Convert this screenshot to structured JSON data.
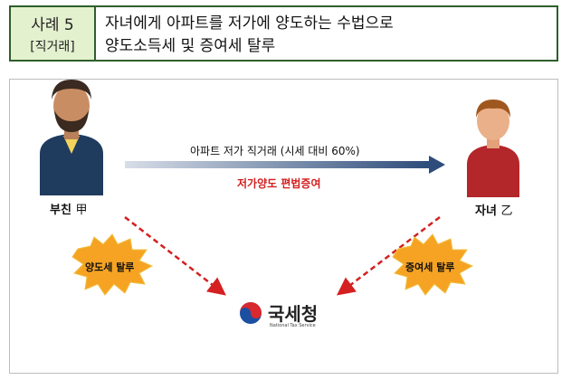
{
  "header": {
    "case_no": "사례 5",
    "case_tag": "[직거래]",
    "title_line1": "자녀에게 아파트를 저가에 양도하는 수법으로",
    "title_line2": "양도소득세 및 증여세 탈루"
  },
  "diagram": {
    "father_label": "부친",
    "father_mark": "甲",
    "child_label": "자녀",
    "child_mark": "乙",
    "transfer_label": "아파트 저가 직거래 (시세 대비 60%)",
    "evasion_label": "저가양도 편법증여",
    "burst_left": "양도세 탈루",
    "burst_right": "증여세 탈루",
    "agency_name": "국세청",
    "agency_en": "National Tax Service",
    "colors": {
      "arrow": "#2e4d7b",
      "danger": "#d42020",
      "burst": "#f6a323",
      "header_bg": "#e4f1cf"
    }
  }
}
